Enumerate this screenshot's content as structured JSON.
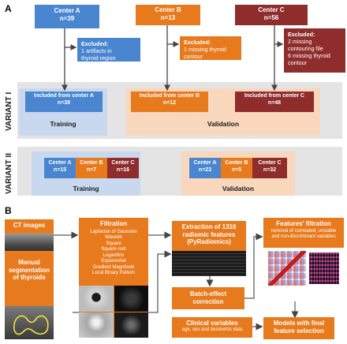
{
  "panel_a_label": "A",
  "panel_b_label": "B",
  "centers": [
    {
      "title": "Center A",
      "n": "n=39"
    },
    {
      "title": "Center B",
      "n": "n=13"
    },
    {
      "title": "Center C",
      "n": "n=56"
    }
  ],
  "excluded": [
    {
      "title": "Excluded:",
      "lines": [
        "1 artifacts in",
        "thyroid region"
      ]
    },
    {
      "title": "Excluded:",
      "lines": [
        "1 missing thyroid",
        "contour"
      ]
    },
    {
      "title": "Excluded:",
      "lines": [
        "2 missing",
        "contouring file",
        "6 missing thyroid",
        "contour"
      ]
    }
  ],
  "variant1": {
    "label": "VARIANT I",
    "included": [
      {
        "title": "Included from center A",
        "n": "n=38"
      },
      {
        "title": "Included from center B",
        "n": "n=12"
      },
      {
        "title": "Included from center C",
        "n": "n=48"
      }
    ],
    "training": "Training",
    "validation": "Validation"
  },
  "variant2": {
    "label": "VARIANT II",
    "training_boxes": [
      {
        "title": "Center A",
        "n": "n=15"
      },
      {
        "title": "Center B",
        "n": "n=7"
      },
      {
        "title": "Center C",
        "n": "n=16"
      }
    ],
    "validation_boxes": [
      {
        "title": "Center A",
        "n": "n=23"
      },
      {
        "title": "Center B",
        "n": "n=5"
      },
      {
        "title": "Center C",
        "n": "n=32"
      }
    ],
    "training": "Training",
    "validation": "Validation"
  },
  "panel_b": {
    "ct_images": "CT images",
    "manual_segmentation": [
      "Manual",
      "segmentation",
      "of thyroids"
    ],
    "filtration_title": "Filtration",
    "filters": [
      "Laplacian of Gaussian",
      "Wavelet",
      "Square",
      "Square root",
      "Logarithm",
      "Exponential",
      "Gradient Magnitude",
      "Local Binary Pattern"
    ],
    "extraction": [
      "Extraction of 1316",
      "radiomic features",
      "(PyRadiomics)"
    ],
    "batch_effect": [
      "Batch-effect",
      "correction"
    ],
    "features_filtration_title": "Features' filtration",
    "features_filtration_desc": [
      "removal of correlated, unstable",
      "and non-discriminant variables"
    ],
    "clinical_title": "Clinical variables",
    "clinical_desc": "age, sex and dosimetric data",
    "models": [
      "Models with final",
      "feature selection"
    ]
  }
}
